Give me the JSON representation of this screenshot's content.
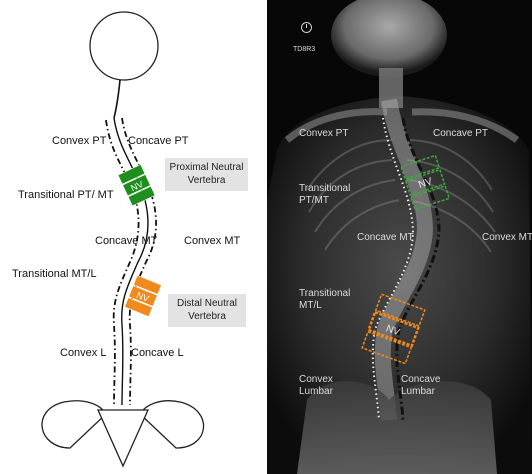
{
  "left_panel": {
    "labels": {
      "convex_pt": "Convex PT",
      "concave_pt": "Concave PT",
      "transitional_pt_mt": "Transitional PT/ MT",
      "concave_mt": "Concave MT",
      "convex_mt": "Convex MT",
      "transitional_mt_l": "Transitional MT/L",
      "convex_l": "Convex L",
      "concave_l": "Concave L"
    },
    "boxes": {
      "proximal_line1": "Proximal Neutral",
      "proximal_line2": "Vertebra",
      "distal_line1": "Distal Neutral",
      "distal_line2": "Vertebra"
    },
    "vertebra_label": "NV",
    "colors": {
      "proximal": "#1e8f1e",
      "distal": "#f08a1c"
    }
  },
  "right_panel": {
    "corner_text": "TD8R3",
    "labels": {
      "convex_pt": "Convex PT",
      "concave_pt": "Concave PT",
      "transitional_pt_line1": "Transitional",
      "transitional_pt_line2": "PT/MT",
      "concave_mt": "Concave MT",
      "convex_mt": "Convex MT",
      "transitional_mt_line1": "Transitional",
      "transitional_mt_line2": "MT/L",
      "convex_line1": "Convex",
      "convex_line2": "Lumbar",
      "concave_line1": "Concave",
      "concave_line2": "Lumbar"
    },
    "vertebra_label": "NV"
  }
}
